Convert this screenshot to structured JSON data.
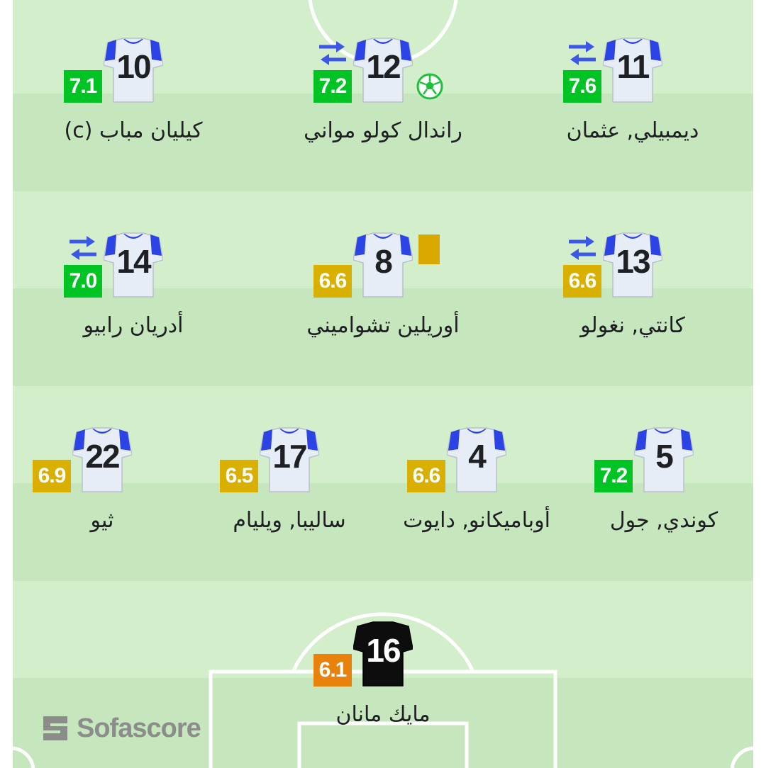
{
  "brand": {
    "name": "Sofascore"
  },
  "colors": {
    "rating_green": "#00c424",
    "rating_yellow": "#d9af00",
    "rating_orange": "#e8820c",
    "shirt_body": "#e6edf6",
    "shirt_sleeve": "#2c44e6",
    "keeper_shirt": "#0d0d0d",
    "card": "#d9a900",
    "sub_arrows": "#3b57e8",
    "ball": "#1fbf3a"
  },
  "players": [
    {
      "number": "10",
      "name": "كيليان مباب (c)",
      "rating": "7.1",
      "rating_color": "green",
      "sub": false,
      "goal": false,
      "card": false
    },
    {
      "number": "12",
      "name": "راندال كولو مواني",
      "rating": "7.2",
      "rating_color": "green",
      "sub": true,
      "goal": true,
      "card": false
    },
    {
      "number": "11",
      "name": "ديمبيلي, عثمان",
      "rating": "7.6",
      "rating_color": "green",
      "sub": true,
      "goal": false,
      "card": false
    },
    {
      "number": "14",
      "name": "أدريان رابيو",
      "rating": "7.0",
      "rating_color": "green",
      "sub": true,
      "goal": false,
      "card": false
    },
    {
      "number": "8",
      "name": "أوريلين تشواميني",
      "rating": "6.6",
      "rating_color": "yellow",
      "sub": false,
      "goal": false,
      "card": true
    },
    {
      "number": "13",
      "name": "كانتي, نغولو",
      "rating": "6.6",
      "rating_color": "yellow",
      "sub": true,
      "goal": false,
      "card": false
    },
    {
      "number": "22",
      "name": "ثيو",
      "rating": "6.9",
      "rating_color": "yellow",
      "sub": false,
      "goal": false,
      "card": false
    },
    {
      "number": "17",
      "name": "ساليبا, ويليام",
      "rating": "6.5",
      "rating_color": "yellow",
      "sub": false,
      "goal": false,
      "card": false
    },
    {
      "number": "4",
      "name": "أوباميكانو, دايوت",
      "rating": "6.6",
      "rating_color": "yellow",
      "sub": false,
      "goal": false,
      "card": false
    },
    {
      "number": "5",
      "name": "كوندي, جول",
      "rating": "7.2",
      "rating_color": "green",
      "sub": false,
      "goal": false,
      "card": false
    },
    {
      "number": "16",
      "name": "مايك مانان",
      "rating": "6.1",
      "rating_color": "orange",
      "sub": false,
      "goal": false,
      "card": false,
      "goalkeeper": true
    }
  ]
}
